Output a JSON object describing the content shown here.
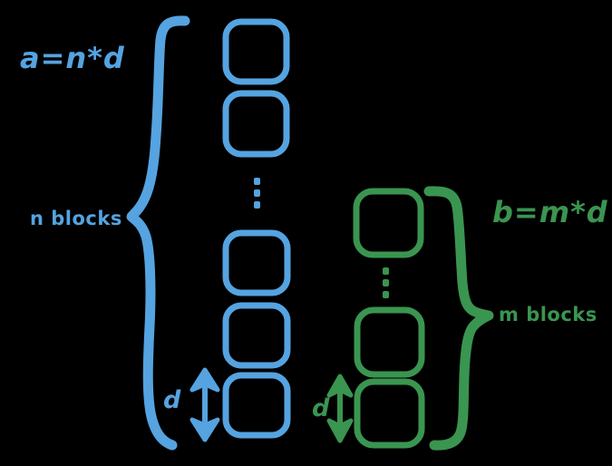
{
  "diagram": {
    "title": "gcd block decomposition diagram",
    "background_color": "#000000",
    "groups": [
      {
        "id": "blue-group",
        "name": "segment-a",
        "color": "#55A3E0",
        "equation_label": "a=n*d",
        "count_label": "n blocks",
        "unit_label": "d",
        "block_count_visible": 5,
        "ellipsis": "vertical-dots"
      },
      {
        "id": "green-group",
        "name": "segment-b",
        "color": "#3A9550",
        "equation_label": "b=m*d",
        "count_label": "m blocks",
        "unit_label": "d",
        "block_count_visible": 3,
        "ellipsis": "vertical-dots"
      }
    ]
  },
  "colors": {
    "blue": "#55A3E0",
    "green": "#3A9550",
    "background": "#000000"
  },
  "labels": {
    "blue_equation": "a=n*d",
    "blue_count": "n blocks",
    "blue_unit": "d",
    "green_equation": "b=m*d",
    "green_count": "m blocks",
    "green_unit": "d"
  },
  "chart_data": {
    "type": "diagram",
    "title": "a=n*d and b=m*d block diagram",
    "series": [
      {
        "name": "a",
        "label": "a=n*d",
        "count_label": "n blocks",
        "unit": "d",
        "color": "#55A3E0",
        "blocks_drawn": 5
      },
      {
        "name": "b",
        "label": "b=m*d",
        "count_label": "m blocks",
        "unit": "d",
        "color": "#3A9550",
        "blocks_drawn": 3
      }
    ]
  }
}
